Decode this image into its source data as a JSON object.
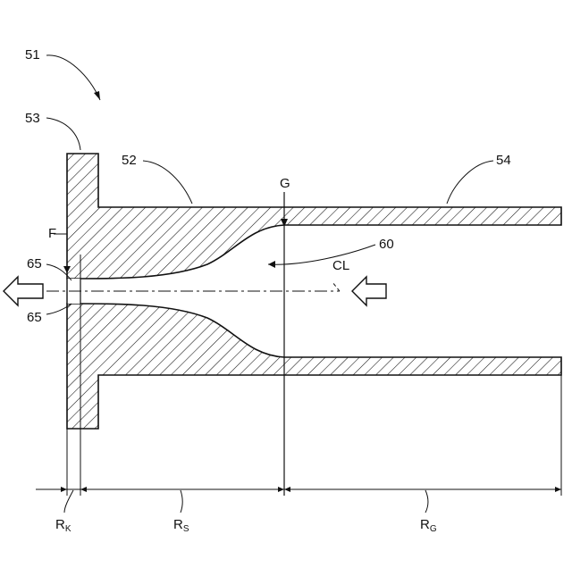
{
  "figure": {
    "labels": {
      "overall": "51",
      "flange": "53",
      "nozzle": "52",
      "pipe": "54",
      "gate_line": "G",
      "face": "F",
      "upper_edge": "65",
      "lower_edge": "65",
      "channel": "60",
      "centerline": "CL"
    },
    "dimensions": {
      "rk_main": "R",
      "rk_sub": "K",
      "rs_main": "R",
      "rs_sub": "S",
      "rg_main": "R",
      "rg_sub": "G"
    }
  },
  "colors": {
    "line": "#111111",
    "background": "#ffffff"
  }
}
